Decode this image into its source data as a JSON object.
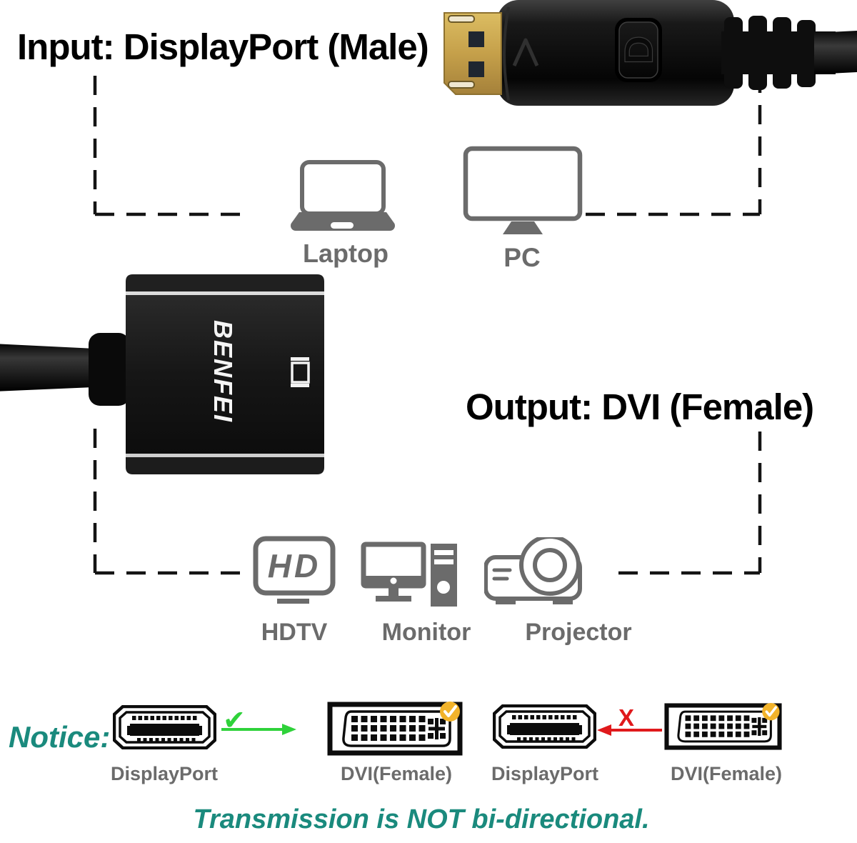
{
  "page": {
    "type": "adapter-product-infographic",
    "background": "#ffffff"
  },
  "titles": {
    "input": "Input: DisplayPort (Male)",
    "output": "Output: DVI (Female)"
  },
  "adapter": {
    "brand": "BENFEI"
  },
  "sources": [
    {
      "name": "Laptop"
    },
    {
      "name": "PC"
    }
  ],
  "displays": [
    {
      "name": "HDTV",
      "icon_text": "HD"
    },
    {
      "name": "Monitor"
    },
    {
      "name": "Projector"
    }
  ],
  "notice": {
    "label": "Notice:",
    "pairs": [
      {
        "left": "DisplayPort",
        "right": "DVI(Female)",
        "status": "allowed",
        "marker": "✔"
      },
      {
        "left": "DisplayPort",
        "right": "DVI(Female)",
        "status": "blocked",
        "marker": "X"
      }
    ],
    "footnote": "Transmission is NOT bi-directional."
  },
  "colors": {
    "teal": "#1a8a7d",
    "green": "#2fd23a",
    "red": "#e0191c",
    "yellow_badge": "#f2b32a",
    "icon_gray": "#6b6b6b",
    "text_black": "#000000",
    "adapter_black": "#141414",
    "gold": "#c5a04a"
  }
}
